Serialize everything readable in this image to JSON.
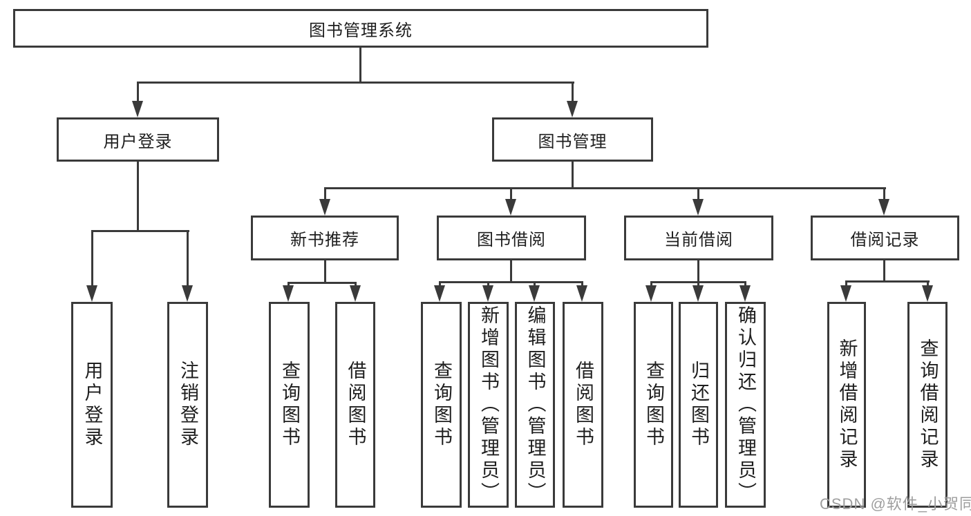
{
  "colors": {
    "line": "#3a3a3a",
    "text": "#1e1e1e",
    "box_background": "#ffffff",
    "watermark": "#9e9e9e"
  },
  "tree": {
    "root": {
      "label": "图书管理系统"
    },
    "branches": [
      {
        "label": "用户登录",
        "children": [
          {
            "label": "用户登录"
          },
          {
            "label": "注销登录"
          }
        ]
      },
      {
        "label": "图书管理",
        "children": [
          {
            "label": "新书推荐",
            "children": [
              {
                "label": "查询图书"
              },
              {
                "label": "借阅图书"
              }
            ]
          },
          {
            "label": "图书借阅",
            "children": [
              {
                "label": "查询图书"
              },
              {
                "label": "新增图书（管理员）"
              },
              {
                "label": "编辑图书（管理员）"
              },
              {
                "label": "借阅图书"
              }
            ]
          },
          {
            "label": "当前借阅",
            "children": [
              {
                "label": "查询图书"
              },
              {
                "label": "归还图书"
              },
              {
                "label": "确认归还（管理员）"
              }
            ]
          },
          {
            "label": "借阅记录",
            "children": [
              {
                "label": "新增借阅记录"
              },
              {
                "label": "查询借阅记录"
              }
            ]
          }
        ]
      }
    ]
  },
  "watermark": {
    "text": "CSDN @软件_小贺同学"
  }
}
